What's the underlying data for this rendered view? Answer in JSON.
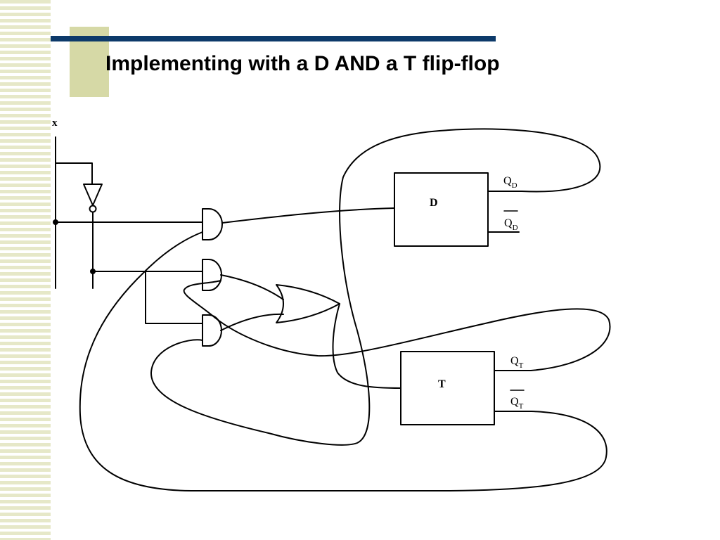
{
  "title": "Implementing with a D AND a T flip-flop",
  "input_label": "x",
  "flipflops": {
    "d": {
      "label": "D",
      "q": "Q",
      "q_sub": "D",
      "qbar": "Q",
      "qbar_sub": "D"
    },
    "t": {
      "label": "T",
      "q": "Q",
      "q_sub": "T",
      "qbar": "Q",
      "qbar_sub": "T"
    }
  },
  "gates": [
    "inverter",
    "and",
    "and",
    "and",
    "or"
  ],
  "colors": {
    "stripe": "#e6e8c8",
    "title_block": "#d6d9a6",
    "title_bar": "#0d3a6a"
  }
}
